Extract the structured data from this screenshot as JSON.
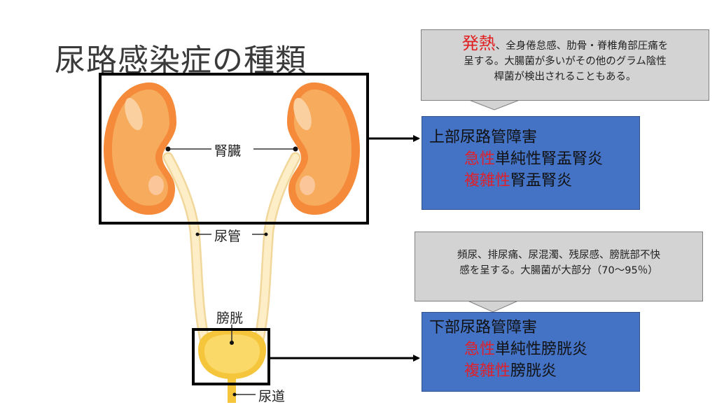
{
  "title": "尿路感染症の種類",
  "labels": {
    "kidney": "腎臓",
    "ureter": "尿管",
    "bladder": "膀胱",
    "urethra": "尿道"
  },
  "upper_callout": {
    "highlight": "発熱",
    "line1_rest": "、全身倦怠感、肋骨・脊椎角部圧痛を",
    "line2": "呈する。大腸菌が多いがその他のグラム陰性",
    "line3": "桿菌が検出されることもある。"
  },
  "upper_box": {
    "heading": "上部尿路管障害",
    "items": [
      {
        "red": "急性",
        "rest": "単純性腎盂腎炎"
      },
      {
        "red": "複雑性",
        "rest": "腎盂腎炎"
      }
    ]
  },
  "lower_callout": {
    "line1": "頻尿、排尿痛、尿混濁、残尿感、膀胱部不快",
    "line2": "感を呈する。大腸菌が大部分（70～95％）"
  },
  "lower_box": {
    "heading": "下部尿路管障害",
    "items": [
      {
        "red": "急性",
        "rest": "単純性膀胱炎"
      },
      {
        "red": "複雑性",
        "rest": "膀胱炎"
      }
    ]
  },
  "colors": {
    "kidney": "#f5a04a",
    "ureter": "#fbe5b4",
    "bladder": "#f9cf4f",
    "box_blue": "#4472c4",
    "callout_gray": "#d3d3d3",
    "highlight_red": "#e02020"
  }
}
